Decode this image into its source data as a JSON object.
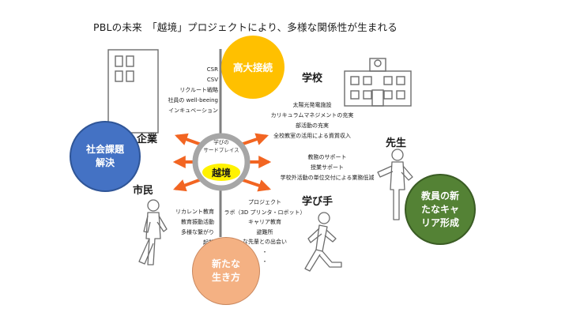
{
  "title": "PBLの未来　「越境」プロジェクトにより、多様な関係性が生まれる",
  "center": {
    "line1": "学びの",
    "line2": "サードプレイス",
    "keyword": "越境"
  },
  "roles": {
    "company": "企業",
    "school": "学校",
    "teacher": "先生",
    "citizen": "市民",
    "learner": "学び手"
  },
  "company_items": [
    "CSR",
    "CSV",
    "リクルート戦略",
    "社員の well-beeing",
    "インキュベーション"
  ],
  "school_items": [
    "太陽光発電施設",
    "カリキュラムマネジメントの充実",
    "部活動の充実",
    "全校教室の活用による資質収入"
  ],
  "teacher_items": [
    "教務のサポート",
    "授業サポート",
    "学校外活動の単位交付による業務低減"
  ],
  "citizen_items": [
    "リカレント教育",
    "教育振動活動",
    "多様な繋がり",
    "起業"
  ],
  "learner_items": [
    "プロジェクト",
    "ラボ（3D プリンタ・ロボット）",
    "キャリア教育",
    "避難所",
    "な先輩との出会い",
    "・",
    "・"
  ],
  "circles": {
    "university": "高大接続",
    "social_issue": "社会課題解決",
    "career": "教員の新たなキャリア形成",
    "new_life": "新たな生き方"
  },
  "colors": {
    "yellow": "#ffc000",
    "blue": "#4472c4",
    "green": "#548235",
    "orange": "#f4b183",
    "arrow": "#f26522",
    "axis": "#808080",
    "center_ring": "#a6a6a6",
    "center_fill": "#fff200"
  }
}
